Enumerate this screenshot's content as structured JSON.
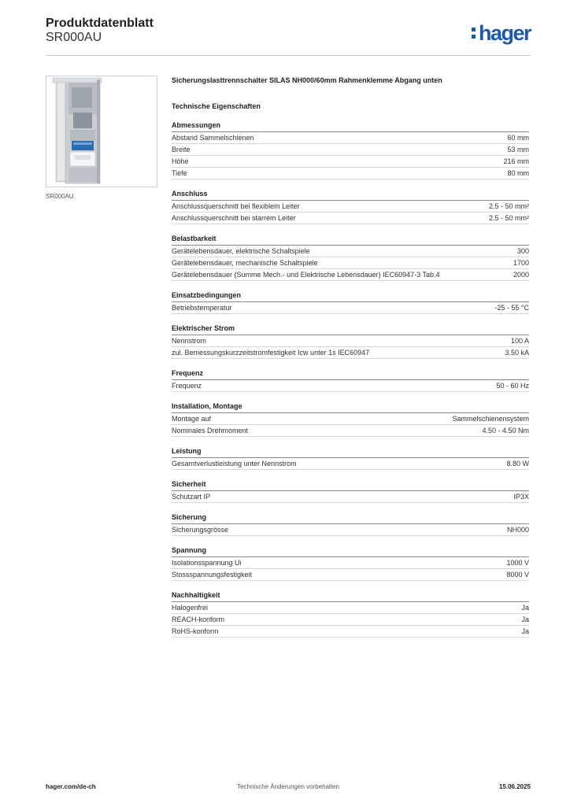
{
  "header": {
    "title": "Produktdatenblatt",
    "subtitle": "SR000AU",
    "logo_text": "hager",
    "brand_color": "#1a5aa8"
  },
  "image": {
    "caption": "SR000AU",
    "icon": "product-photo-icon"
  },
  "product": {
    "title": "Sicherungslasttrennschalter SILAS NH000/60mm Rahmenklemme Abgang unten",
    "section_title": "Technische Eigenschaften"
  },
  "sections": [
    {
      "title": "Abmessungen",
      "rows": [
        {
          "label": "Abstand Sammelschienen",
          "value": "60 mm"
        },
        {
          "label": "Breite",
          "value": "53 mm"
        },
        {
          "label": "Höhe",
          "value": "216 mm"
        },
        {
          "label": "Tiefe",
          "value": "80 mm"
        }
      ]
    },
    {
      "title": "Anschluss",
      "rows": [
        {
          "label": "Anschlussquerschnitt bei flexiblem Leiter",
          "value": "2.5 - 50 mm²"
        },
        {
          "label": "Anschlussquerschnitt bei starrem Leiter",
          "value": "2.5 - 50 mm²"
        }
      ]
    },
    {
      "title": "Belastbarkeit",
      "rows": [
        {
          "label": "Gerätelebensdauer, elektrische Schaltspiele",
          "value": "300"
        },
        {
          "label": "Gerätelebensdauer, mechanische Schaltspiele",
          "value": "1700"
        },
        {
          "label": "Gerätelebensdauer (Summe Mech.- und Elektrische Lebensdauer) IEC60947-3 Tab.4",
          "value": "2000"
        }
      ]
    },
    {
      "title": "Einsatzbedingungen",
      "rows": [
        {
          "label": "Betriebstemperatur",
          "value": "-25 - 55 °C"
        }
      ]
    },
    {
      "title": "Elektrischer Strom",
      "rows": [
        {
          "label": "Nennstrom",
          "value": "100 A"
        },
        {
          "label": "zul. Bemessungskurzzeitstromfestigkeit Icw unter 1s IEC60947",
          "value": "3.50 kA"
        }
      ]
    },
    {
      "title": "Frequenz",
      "rows": [
        {
          "label": "Frequenz",
          "value": "50 - 60 Hz"
        }
      ]
    },
    {
      "title": "Installation, Montage",
      "rows": [
        {
          "label": "Montage auf",
          "value": "Sammelschienensystem"
        },
        {
          "label": "Nominales Drehmoment",
          "value": "4.50 - 4.50 Nm"
        }
      ]
    },
    {
      "title": "Leistung",
      "rows": [
        {
          "label": "Gesamtverlustleistung unter Nennstrom",
          "value": "8.80 W"
        }
      ]
    },
    {
      "title": "Sicherheit",
      "rows": [
        {
          "label": "Schutzart IP",
          "value": "IP3X"
        }
      ]
    },
    {
      "title": "Sicherung",
      "rows": [
        {
          "label": "Sicherungsgrösse",
          "value": "NH000"
        }
      ]
    },
    {
      "title": "Spannung",
      "rows": [
        {
          "label": "Isolationsspannung Ui",
          "value": "1000 V"
        },
        {
          "label": "Stossspannungsfestigkeit",
          "value": "8000 V"
        }
      ]
    },
    {
      "title": "Nachhaltigkeit",
      "rows": [
        {
          "label": "Halogenfrei",
          "value": "Ja"
        },
        {
          "label": "REACH-konform",
          "value": "Ja"
        },
        {
          "label": "RoHS-konform",
          "value": "Ja"
        }
      ]
    }
  ],
  "footer": {
    "website": "hager.com/de-ch",
    "notice": "Technische Änderungen vorbehalten",
    "date": "15.06.2025"
  }
}
